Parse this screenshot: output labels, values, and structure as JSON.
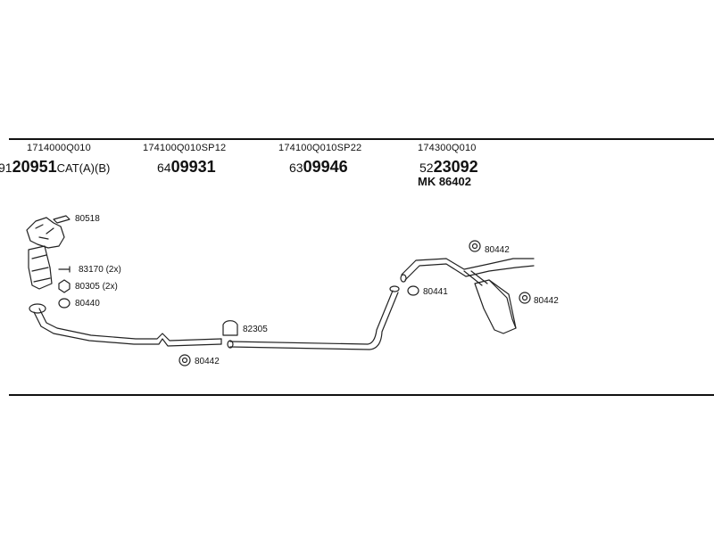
{
  "parts": [
    {
      "part_no": "1714000Q010",
      "ref_prefix": "91",
      "ref_main": "20951",
      "ref_suffix": "CAT(A)(B)"
    },
    {
      "part_no": "174100Q010SP12",
      "ref_prefix": "64",
      "ref_main": "09931",
      "ref_suffix": ""
    },
    {
      "part_no": "174100Q010SP22",
      "ref_prefix": "63",
      "ref_main": "09946",
      "ref_suffix": ""
    },
    {
      "part_no": "174300Q010",
      "ref_prefix": "52",
      "ref_main": "23092",
      "ref_suffix": "",
      "mk": "MK 86402"
    }
  ],
  "callouts": {
    "c80518": "80518",
    "c83170": "83170 (2x)",
    "c80305": "80305 (2x)",
    "c80440": "80440",
    "c80442a": "80442",
    "c82305": "82305",
    "c80441": "80441",
    "c80442b": "80442",
    "c80442c": "80442"
  }
}
